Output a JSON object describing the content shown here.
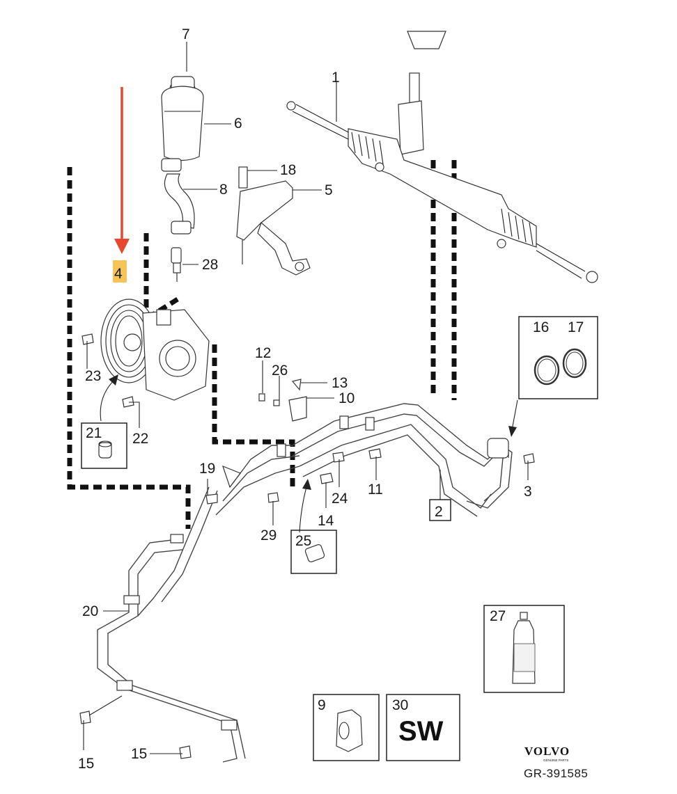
{
  "diagram": {
    "reference_code": "GR-391585",
    "brand": {
      "name": "VOLVO",
      "tagline": "GENUINE PARTS"
    },
    "highlighted_callout": "4",
    "callout_labels": {
      "c1": "1",
      "c2": "2",
      "c3": "3",
      "c4": "4",
      "c5": "5",
      "c6": "6",
      "c7": "7",
      "c8": "8",
      "c9": "9",
      "c10": "10",
      "c11": "11",
      "c12": "12",
      "c13": "13",
      "c14": "14",
      "c15a": "15",
      "c15b": "15",
      "c16": "16",
      "c17": "17",
      "c18": "18",
      "c19": "19",
      "c20": "20",
      "c21": "21",
      "c22": "22",
      "c23": "23",
      "c24": "24",
      "c25": "25",
      "c26": "26",
      "c27": "27",
      "c28": "28",
      "c29": "29",
      "c30": "30"
    },
    "inset_text": {
      "sw": "SW"
    },
    "colors": {
      "highlight_box": "#f5c55a",
      "arrow": "#e8472f",
      "line": "#222222"
    }
  }
}
